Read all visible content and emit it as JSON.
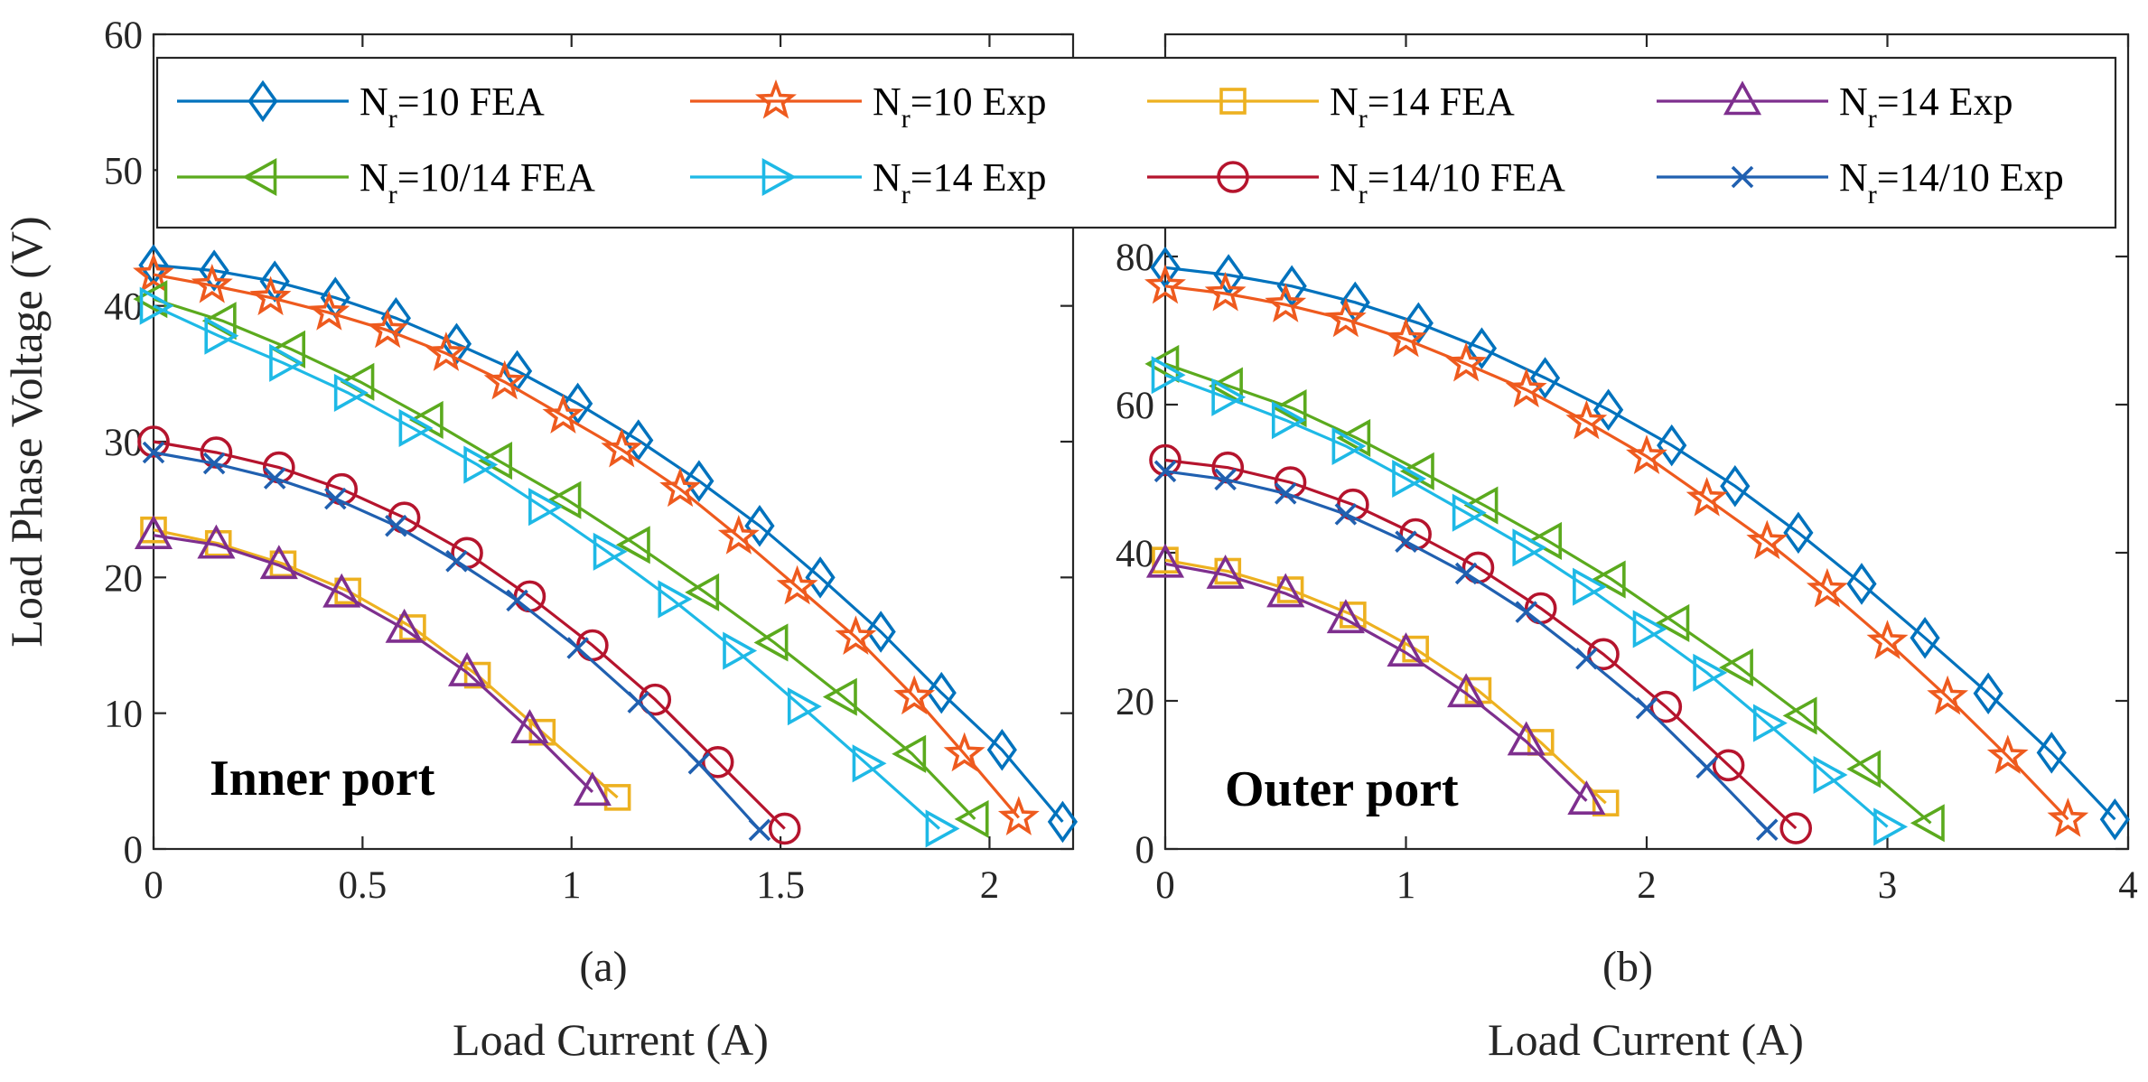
{
  "chart_data": [
    {
      "type": "line",
      "panel_label": "(a)",
      "annotation": "Inner port",
      "xlabel": "Load Current (A)",
      "ylabel": "Load Phase Voltage (V)",
      "xlim": [
        0,
        2.2
      ],
      "ylim": [
        0,
        60
      ],
      "xticks": [
        "0",
        "0.5",
        "1",
        "1.5",
        "2"
      ],
      "yticks": [
        "0",
        "10",
        "20",
        "30",
        "40",
        "50",
        "60"
      ],
      "series": [
        {
          "name": "Nr=10 FEA",
          "color": "#0072BD",
          "marker": "diamond",
          "x": [
            0,
            0.145,
            0.29,
            0.435,
            0.58,
            0.725,
            0.87,
            1.015,
            1.16,
            1.305,
            1.45,
            1.595,
            1.74,
            1.885,
            2.03,
            2.175
          ],
          "y": [
            43,
            42.6,
            41.8,
            40.6,
            39.1,
            37.2,
            35.2,
            32.8,
            30.1,
            27.1,
            23.8,
            20,
            16,
            11.5,
            7.3,
            2
          ]
        },
        {
          "name": "Nr=10 Exp",
          "color": "#EE5A1E",
          "marker": "star",
          "x": [
            0,
            0.14,
            0.28,
            0.42,
            0.56,
            0.7,
            0.84,
            0.98,
            1.12,
            1.26,
            1.4,
            1.54,
            1.68,
            1.82,
            1.94,
            2.07
          ],
          "y": [
            42.3,
            41.5,
            40.6,
            39.5,
            38.2,
            36.5,
            34.4,
            31.9,
            29.4,
            26.5,
            23,
            19.3,
            15.6,
            11.2,
            7,
            2.3
          ]
        },
        {
          "name": "Nr=14 FEA",
          "color": "#EDB120",
          "marker": "square",
          "x": [
            0,
            0.155,
            0.31,
            0.465,
            0.62,
            0.775,
            0.93,
            1.11
          ],
          "y": [
            23.5,
            22.5,
            21,
            19,
            16.3,
            12.8,
            8.6,
            3.8
          ]
        },
        {
          "name": "Nr=14 Exp",
          "color": "#7E2F8E",
          "marker": "triangle-up",
          "x": [
            0,
            0.15,
            0.3,
            0.45,
            0.6,
            0.75,
            0.9,
            1.05
          ],
          "y": [
            23.1,
            22.4,
            20.9,
            18.8,
            16.2,
            13,
            8.8,
            4.2
          ]
        },
        {
          "name": "Nr=10/14 FEA",
          "color": "#5BAA1E",
          "marker": "triangle-left",
          "x": [
            0,
            0.165,
            0.33,
            0.495,
            0.66,
            0.825,
            0.99,
            1.155,
            1.32,
            1.485,
            1.65,
            1.815,
            1.965
          ],
          "y": [
            40.5,
            38.9,
            36.8,
            34.4,
            31.6,
            28.6,
            25.7,
            22.4,
            18.9,
            15.2,
            11.2,
            7,
            2.2
          ]
        },
        {
          "name": "Nr=14 Exp",
          "color": "#1EB9E6",
          "marker": "triangle-right",
          "x": [
            0,
            0.155,
            0.31,
            0.465,
            0.62,
            0.775,
            0.93,
            1.085,
            1.24,
            1.395,
            1.55,
            1.705,
            1.88
          ],
          "y": [
            40,
            37.8,
            35.8,
            33.6,
            31,
            28.3,
            25.2,
            21.9,
            18.4,
            14.6,
            10.5,
            6.3,
            1.5
          ]
        },
        {
          "name": "Nr=14/10 FEA",
          "color": "#B5142D",
          "marker": "circle",
          "x": [
            0,
            0.15,
            0.3,
            0.45,
            0.6,
            0.75,
            0.9,
            1.05,
            1.2,
            1.35,
            1.51
          ],
          "y": [
            30,
            29.2,
            28.1,
            26.5,
            24.4,
            21.8,
            18.6,
            15,
            11,
            6.4,
            1.5
          ]
        },
        {
          "name": "Nr=14/10 Exp",
          "color": "#2060B0",
          "marker": "x",
          "x": [
            0,
            0.145,
            0.29,
            0.435,
            0.58,
            0.725,
            0.87,
            1.015,
            1.16,
            1.305,
            1.45
          ],
          "y": [
            29.2,
            28.4,
            27.3,
            25.8,
            23.8,
            21.2,
            18.3,
            14.8,
            10.8,
            6.3,
            1.4
          ]
        }
      ]
    },
    {
      "type": "line",
      "panel_label": "(b)",
      "annotation": "Outer port",
      "xlabel": "Load Current (A)",
      "ylabel": "",
      "xlim": [
        0,
        4
      ],
      "ylim": [
        0,
        110
      ],
      "xticks": [
        "0",
        "1",
        "2",
        "3",
        "4"
      ],
      "yticks": [
        "0",
        "20",
        "40",
        "60",
        "80"
      ],
      "series": [
        {
          "name": "Nr=10 FEA",
          "color": "#0072BD",
          "marker": "diamond",
          "x": [
            0,
            0.263,
            0.526,
            0.789,
            1.052,
            1.315,
            1.578,
            1.841,
            2.104,
            2.367,
            2.63,
            2.893,
            3.156,
            3.419,
            3.682,
            3.945
          ],
          "y": [
            78.5,
            77.5,
            76,
            73.8,
            71,
            67.6,
            63.6,
            59.3,
            54.5,
            49,
            42.7,
            35.8,
            28.5,
            21,
            13,
            4
          ]
        },
        {
          "name": "Nr=10 Exp",
          "color": "#EE5A1E",
          "marker": "star",
          "x": [
            0,
            0.25,
            0.5,
            0.75,
            1.0,
            1.25,
            1.5,
            1.75,
            2.0,
            2.25,
            2.5,
            2.75,
            3.0,
            3.25,
            3.5,
            3.75
          ],
          "y": [
            76,
            75,
            73.5,
            71.5,
            68.8,
            65.5,
            62,
            57.7,
            53,
            47.3,
            41.5,
            35,
            28,
            20.5,
            12.5,
            4
          ]
        },
        {
          "name": "Nr=14 FEA",
          "color": "#EDB120",
          "marker": "square",
          "x": [
            0,
            0.26,
            0.52,
            0.78,
            1.04,
            1.3,
            1.56,
            1.83
          ],
          "y": [
            39,
            37.5,
            35,
            31.6,
            27,
            21.4,
            14.4,
            6.2
          ]
        },
        {
          "name": "Nr=14 Exp",
          "color": "#7E2F8E",
          "marker": "triangle-up",
          "x": [
            0,
            0.25,
            0.5,
            0.75,
            1.0,
            1.25,
            1.5,
            1.75
          ],
          "y": [
            38.5,
            37,
            34.5,
            31,
            26.5,
            21,
            14.5,
            6.5
          ]
        },
        {
          "name": "Nr=10/14 FEA",
          "color": "#5BAA1E",
          "marker": "triangle-left",
          "x": [
            0,
            0.265,
            0.53,
            0.795,
            1.06,
            1.325,
            1.59,
            1.855,
            2.12,
            2.385,
            2.65,
            2.915,
            3.18
          ],
          "y": [
            65.5,
            62.5,
            59.5,
            55.5,
            51,
            46.4,
            41.6,
            36.4,
            30.5,
            24.5,
            18,
            10.8,
            3.5
          ]
        },
        {
          "name": "Nr=14 Exp",
          "color": "#1EB9E6",
          "marker": "triangle-right",
          "x": [
            0,
            0.25,
            0.5,
            0.75,
            1.0,
            1.25,
            1.5,
            1.75,
            2.0,
            2.25,
            2.5,
            2.75,
            3.0
          ],
          "y": [
            64,
            61,
            57.9,
            54.4,
            50,
            45.4,
            40.7,
            35.4,
            29.7,
            23.8,
            17,
            10,
            3
          ]
        },
        {
          "name": "Nr=14/10 FEA",
          "color": "#B5142D",
          "marker": "circle",
          "x": [
            0,
            0.26,
            0.52,
            0.78,
            1.04,
            1.3,
            1.56,
            1.82,
            2.08,
            2.34,
            2.62
          ],
          "y": [
            52.5,
            51.5,
            49.5,
            46.5,
            42.5,
            38,
            32.5,
            26.3,
            19.2,
            11.3,
            2.8
          ]
        },
        {
          "name": "Nr=14/10 Exp",
          "color": "#2060B0",
          "marker": "x",
          "x": [
            0,
            0.25,
            0.5,
            0.75,
            1.0,
            1.25,
            1.5,
            1.75,
            2.0,
            2.25,
            2.5
          ],
          "y": [
            51,
            49.9,
            48,
            45.2,
            41.5,
            37.2,
            32,
            25.7,
            19,
            11,
            2.6
          ]
        }
      ]
    }
  ],
  "legend": {
    "entries": [
      {
        "main": "N",
        "sub": "r",
        "rest": "=10 FEA"
      },
      {
        "main": "N",
        "sub": "r",
        "rest": "=10 Exp"
      },
      {
        "main": "N",
        "sub": "r",
        "rest": "=14 FEA"
      },
      {
        "main": "N",
        "sub": "r",
        "rest": "=14 Exp"
      },
      {
        "main": "N",
        "sub": "r",
        "rest": "=10/14 FEA"
      },
      {
        "main": "N",
        "sub": "r",
        "rest": "=14 Exp"
      },
      {
        "main": "N",
        "sub": "r",
        "rest": "=14/10 FEA"
      },
      {
        "main": "N",
        "sub": "r",
        "rest": "=14/10 Exp"
      }
    ]
  }
}
